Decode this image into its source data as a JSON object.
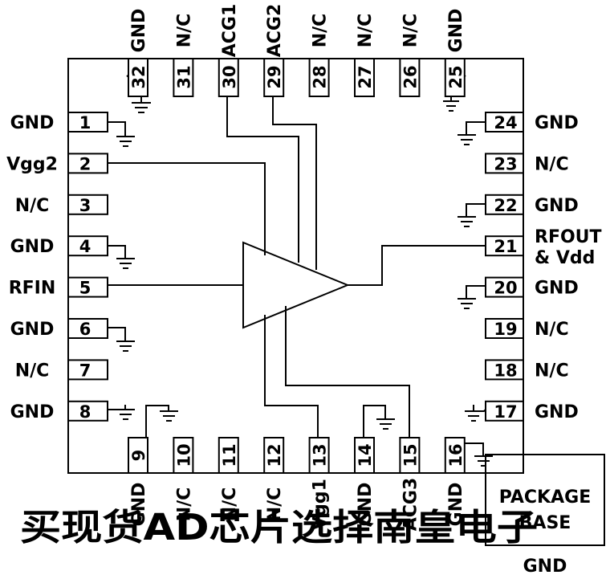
{
  "left_pins": [
    {
      "num": "1",
      "label": "GND"
    },
    {
      "num": "2",
      "label": "Vgg2"
    },
    {
      "num": "3",
      "label": "N/C"
    },
    {
      "num": "4",
      "label": "GND"
    },
    {
      "num": "5",
      "label": "RFIN"
    },
    {
      "num": "6",
      "label": "GND"
    },
    {
      "num": "7",
      "label": "N/C"
    },
    {
      "num": "8",
      "label": "GND"
    }
  ],
  "right_pins": [
    {
      "num": "24",
      "label": "GND"
    },
    {
      "num": "23",
      "label": "N/C"
    },
    {
      "num": "22",
      "label": "GND"
    },
    {
      "num": "21",
      "label": "RFOUT",
      "label2": "& Vdd"
    },
    {
      "num": "20",
      "label": "GND"
    },
    {
      "num": "19",
      "label": "N/C"
    },
    {
      "num": "18",
      "label": "N/C"
    },
    {
      "num": "17",
      "label": "GND"
    }
  ],
  "top_pins": [
    {
      "num": "32",
      "label": "GND"
    },
    {
      "num": "31",
      "label": "N/C"
    },
    {
      "num": "30",
      "label": "ACG1"
    },
    {
      "num": "29",
      "label": "ACG2"
    },
    {
      "num": "28",
      "label": "N/C"
    },
    {
      "num": "27",
      "label": "N/C"
    },
    {
      "num": "26",
      "label": "N/C"
    },
    {
      "num": "25",
      "label": "GND"
    }
  ],
  "bottom_pins": [
    {
      "num": "9",
      "label": "GND"
    },
    {
      "num": "10",
      "label": "N/C"
    },
    {
      "num": "11",
      "label": "N/C"
    },
    {
      "num": "12",
      "label": "N/C"
    },
    {
      "num": "13",
      "label": "Vgg1"
    },
    {
      "num": "14",
      "label": "GND"
    },
    {
      "num": "15",
      "label": "ACG3"
    },
    {
      "num": "16",
      "label": "GND"
    }
  ],
  "package_base": {
    "line1": "PACKAGE",
    "line2": "BASE",
    "ground": "GND"
  },
  "watermark": "买现货AD芯片选择南皇电子"
}
